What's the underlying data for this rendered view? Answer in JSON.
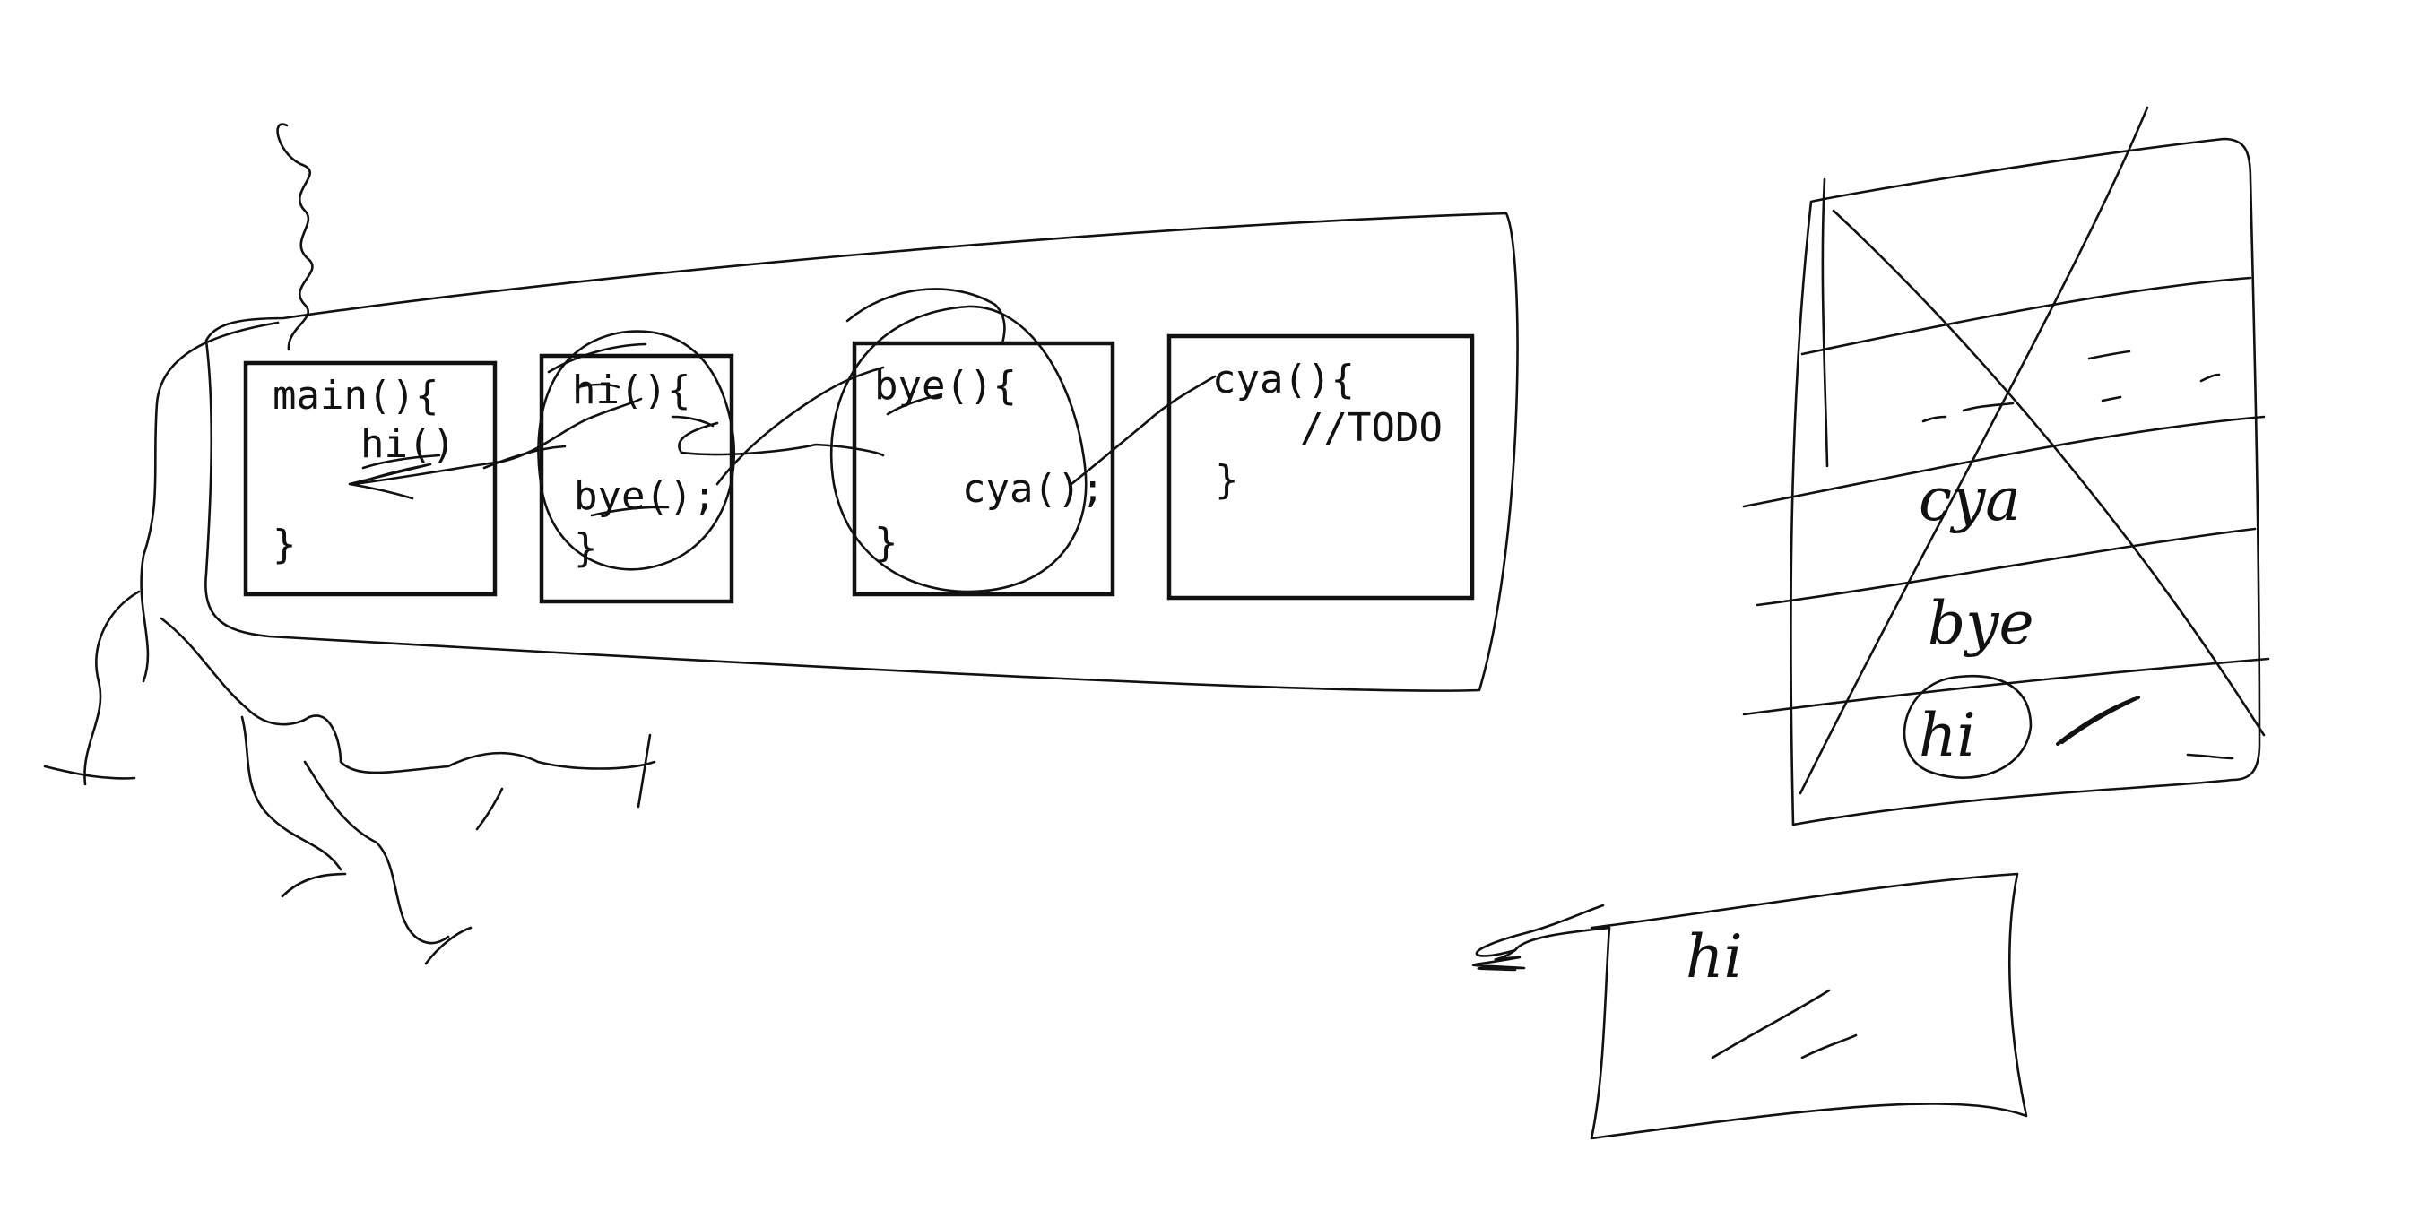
{
  "functions": [
    {
      "name": "main-box",
      "lines": [
        "main(){",
        "hi()",
        "}"
      ]
    },
    {
      "name": "hi-box",
      "lines": [
        "hi(){",
        "bye();",
        "}"
      ]
    },
    {
      "name": "bye-box",
      "lines": [
        "bye(){",
        "cya();",
        "}"
      ]
    },
    {
      "name": "cya-box",
      "lines": [
        "cya(){",
        "//TODO",
        "}"
      ]
    }
  ],
  "stack_frames": [
    "cya",
    "bye",
    "hi"
  ],
  "small_box_text": "hi"
}
